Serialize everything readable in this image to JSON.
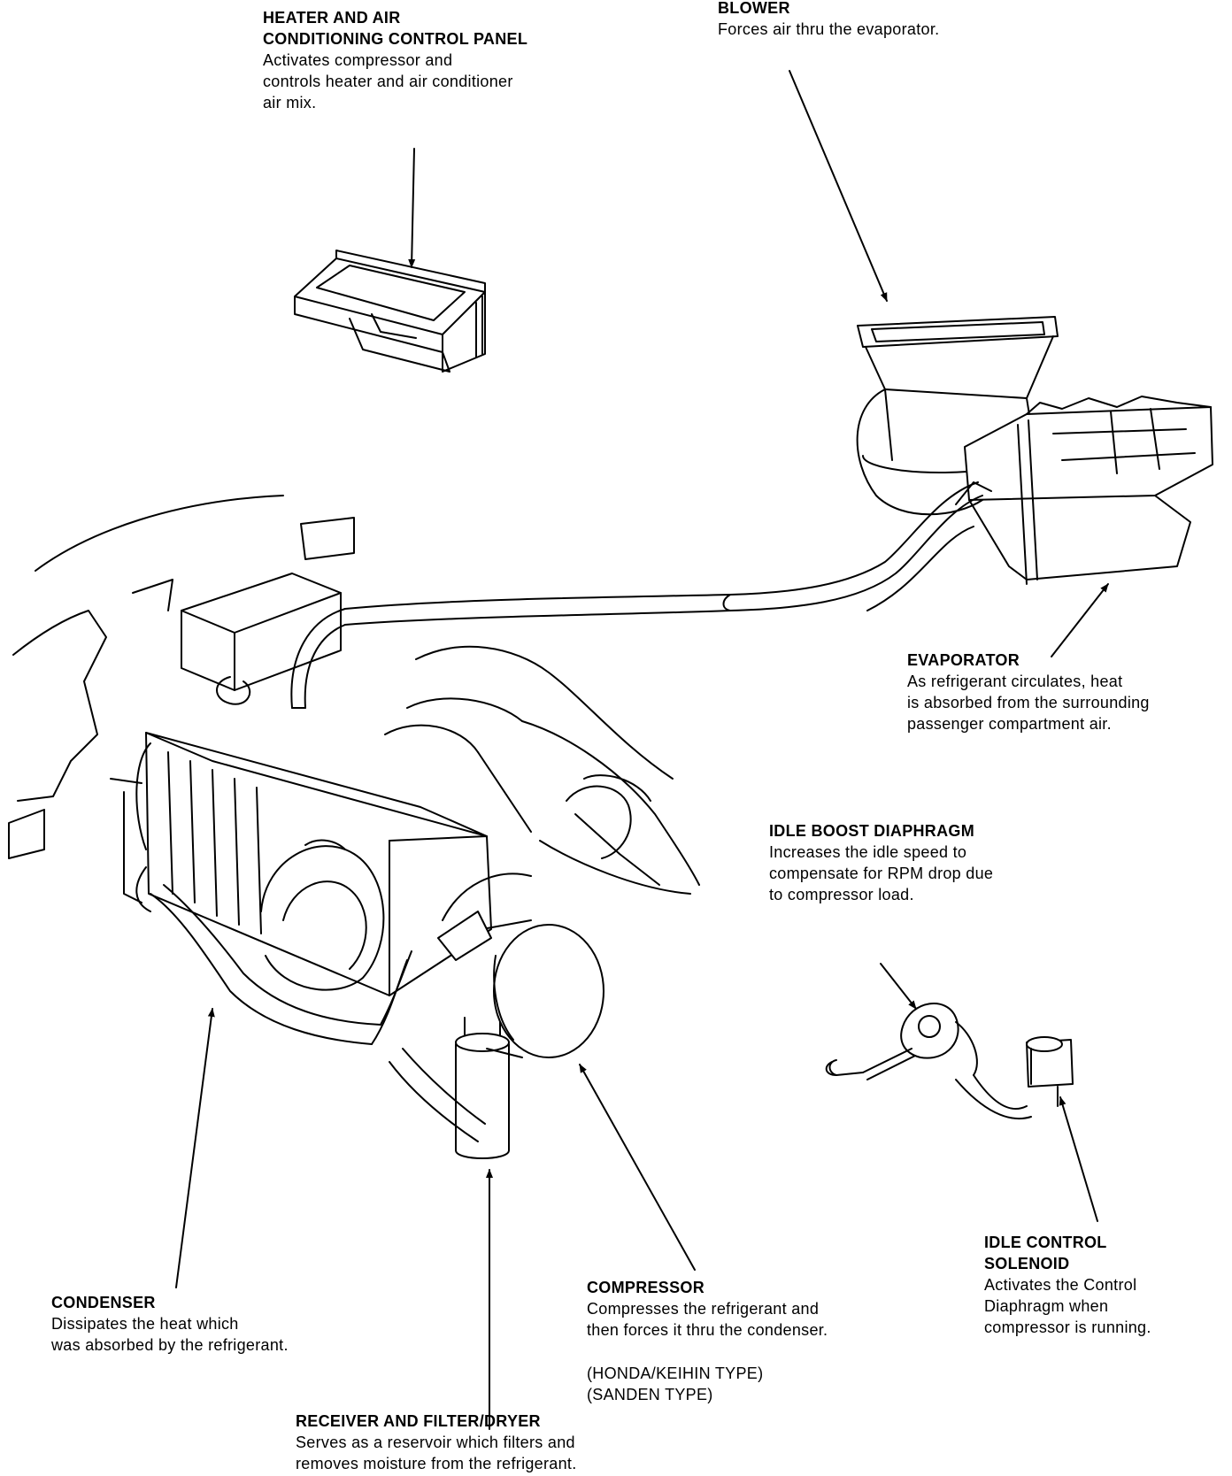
{
  "labels": {
    "control_panel": {
      "title": "HEATER AND AIR\nCONDITIONING CONTROL PANEL",
      "desc": "Activates compressor and\ncontrols heater and air conditioner\nair mix."
    },
    "blower": {
      "title": "BLOWER",
      "desc": "Forces air thru the evaporator."
    },
    "evaporator": {
      "title": "EVAPORATOR",
      "desc": "As refrigerant circulates, heat\nis absorbed from the surrounding\npassenger compartment air."
    },
    "idle_boost": {
      "title": "IDLE BOOST DIAPHRAGM",
      "desc": "Increases the idle speed to\ncompensate for RPM drop due\nto compressor load."
    },
    "idle_control": {
      "title": "IDLE CONTROL\nSOLENOID",
      "desc": "Activates the Control\nDiaphragm when\ncompressor is running."
    },
    "compressor": {
      "title": "COMPRESSOR",
      "desc": "Compresses the refrigerant and\nthen forces it thru the condenser."
    },
    "condenser": {
      "title": "CONDENSER",
      "desc": "Dissipates the heat which\nwas absorbed by the refrigerant."
    },
    "receiver": {
      "title": "RECEIVER AND FILTER/DRYER",
      "desc": "Serves as a reservoir which filters and\nremoves moisture from the refrigerant."
    }
  },
  "compressor_types": "(HONDA/KEIHIN TYPE)\n(SANDEN TYPE)"
}
